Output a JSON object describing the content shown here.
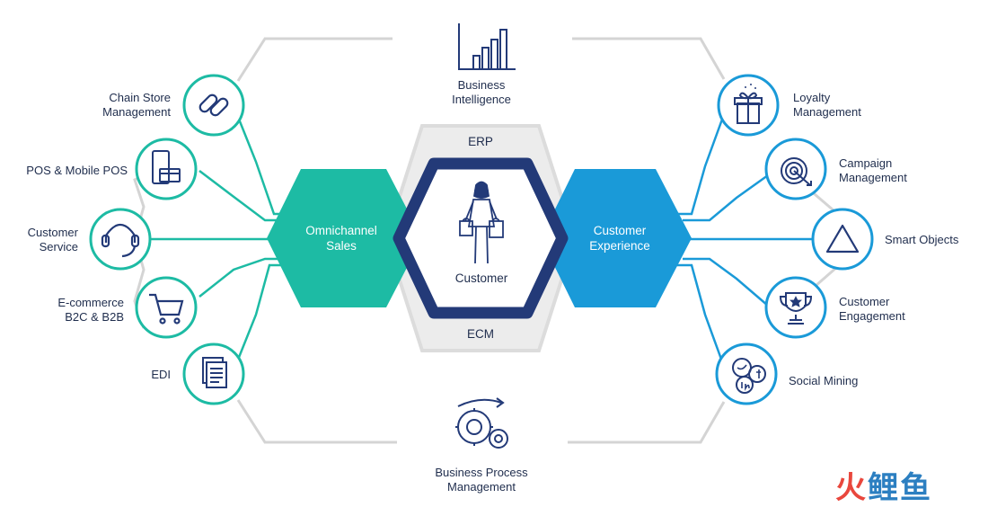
{
  "center": {
    "label": "Customer",
    "ring_top": "ERP",
    "ring_bottom": "ECM"
  },
  "hubs": {
    "left": {
      "line1": "Omnichannel",
      "line2": "Sales"
    },
    "right": {
      "line1": "Customer",
      "line2": "Experience"
    }
  },
  "top": {
    "line1": "Business",
    "line2": "Intelligence",
    "icon": "bar-chart-icon"
  },
  "bottom": {
    "line1": "Business Process",
    "line2": "Management",
    "icon": "gears-icon"
  },
  "left_nodes": [
    {
      "line1": "Chain Store",
      "line2": "Management",
      "icon": "chain-link-icon"
    },
    {
      "line1": "POS & Mobile POS",
      "line2": "",
      "icon": "pos-terminal-icon"
    },
    {
      "line1": "Customer",
      "line2": "Service",
      "icon": "headset-icon"
    },
    {
      "line1": "E-commerce",
      "line2": "B2C & B2B",
      "icon": "shopping-cart-icon"
    },
    {
      "line1": "EDI",
      "line2": "",
      "icon": "documents-icon"
    }
  ],
  "right_nodes": [
    {
      "line1": "Loyalty",
      "line2": "Management",
      "icon": "gift-box-icon"
    },
    {
      "line1": "Campaign",
      "line2": "Management",
      "icon": "target-icon"
    },
    {
      "line1": "Smart Objects",
      "line2": "",
      "icon": "triangle-icon"
    },
    {
      "line1": "Customer",
      "line2": "Engagement",
      "icon": "trophy-icon"
    },
    {
      "line1": "Social Mining",
      "line2": "",
      "icon": "social-icons-icon"
    }
  ],
  "watermark": {
    "text": "火鲤鱼"
  },
  "colors": {
    "teal": "#1dbba4",
    "blue": "#1a9ad8",
    "navy": "#233a78",
    "ring": "#e8e8e8",
    "line_gray": "#d0d0d0",
    "text": "#1f2d4d",
    "watermark_red": "#e9473d",
    "watermark_blue": "#2c7fc1"
  }
}
